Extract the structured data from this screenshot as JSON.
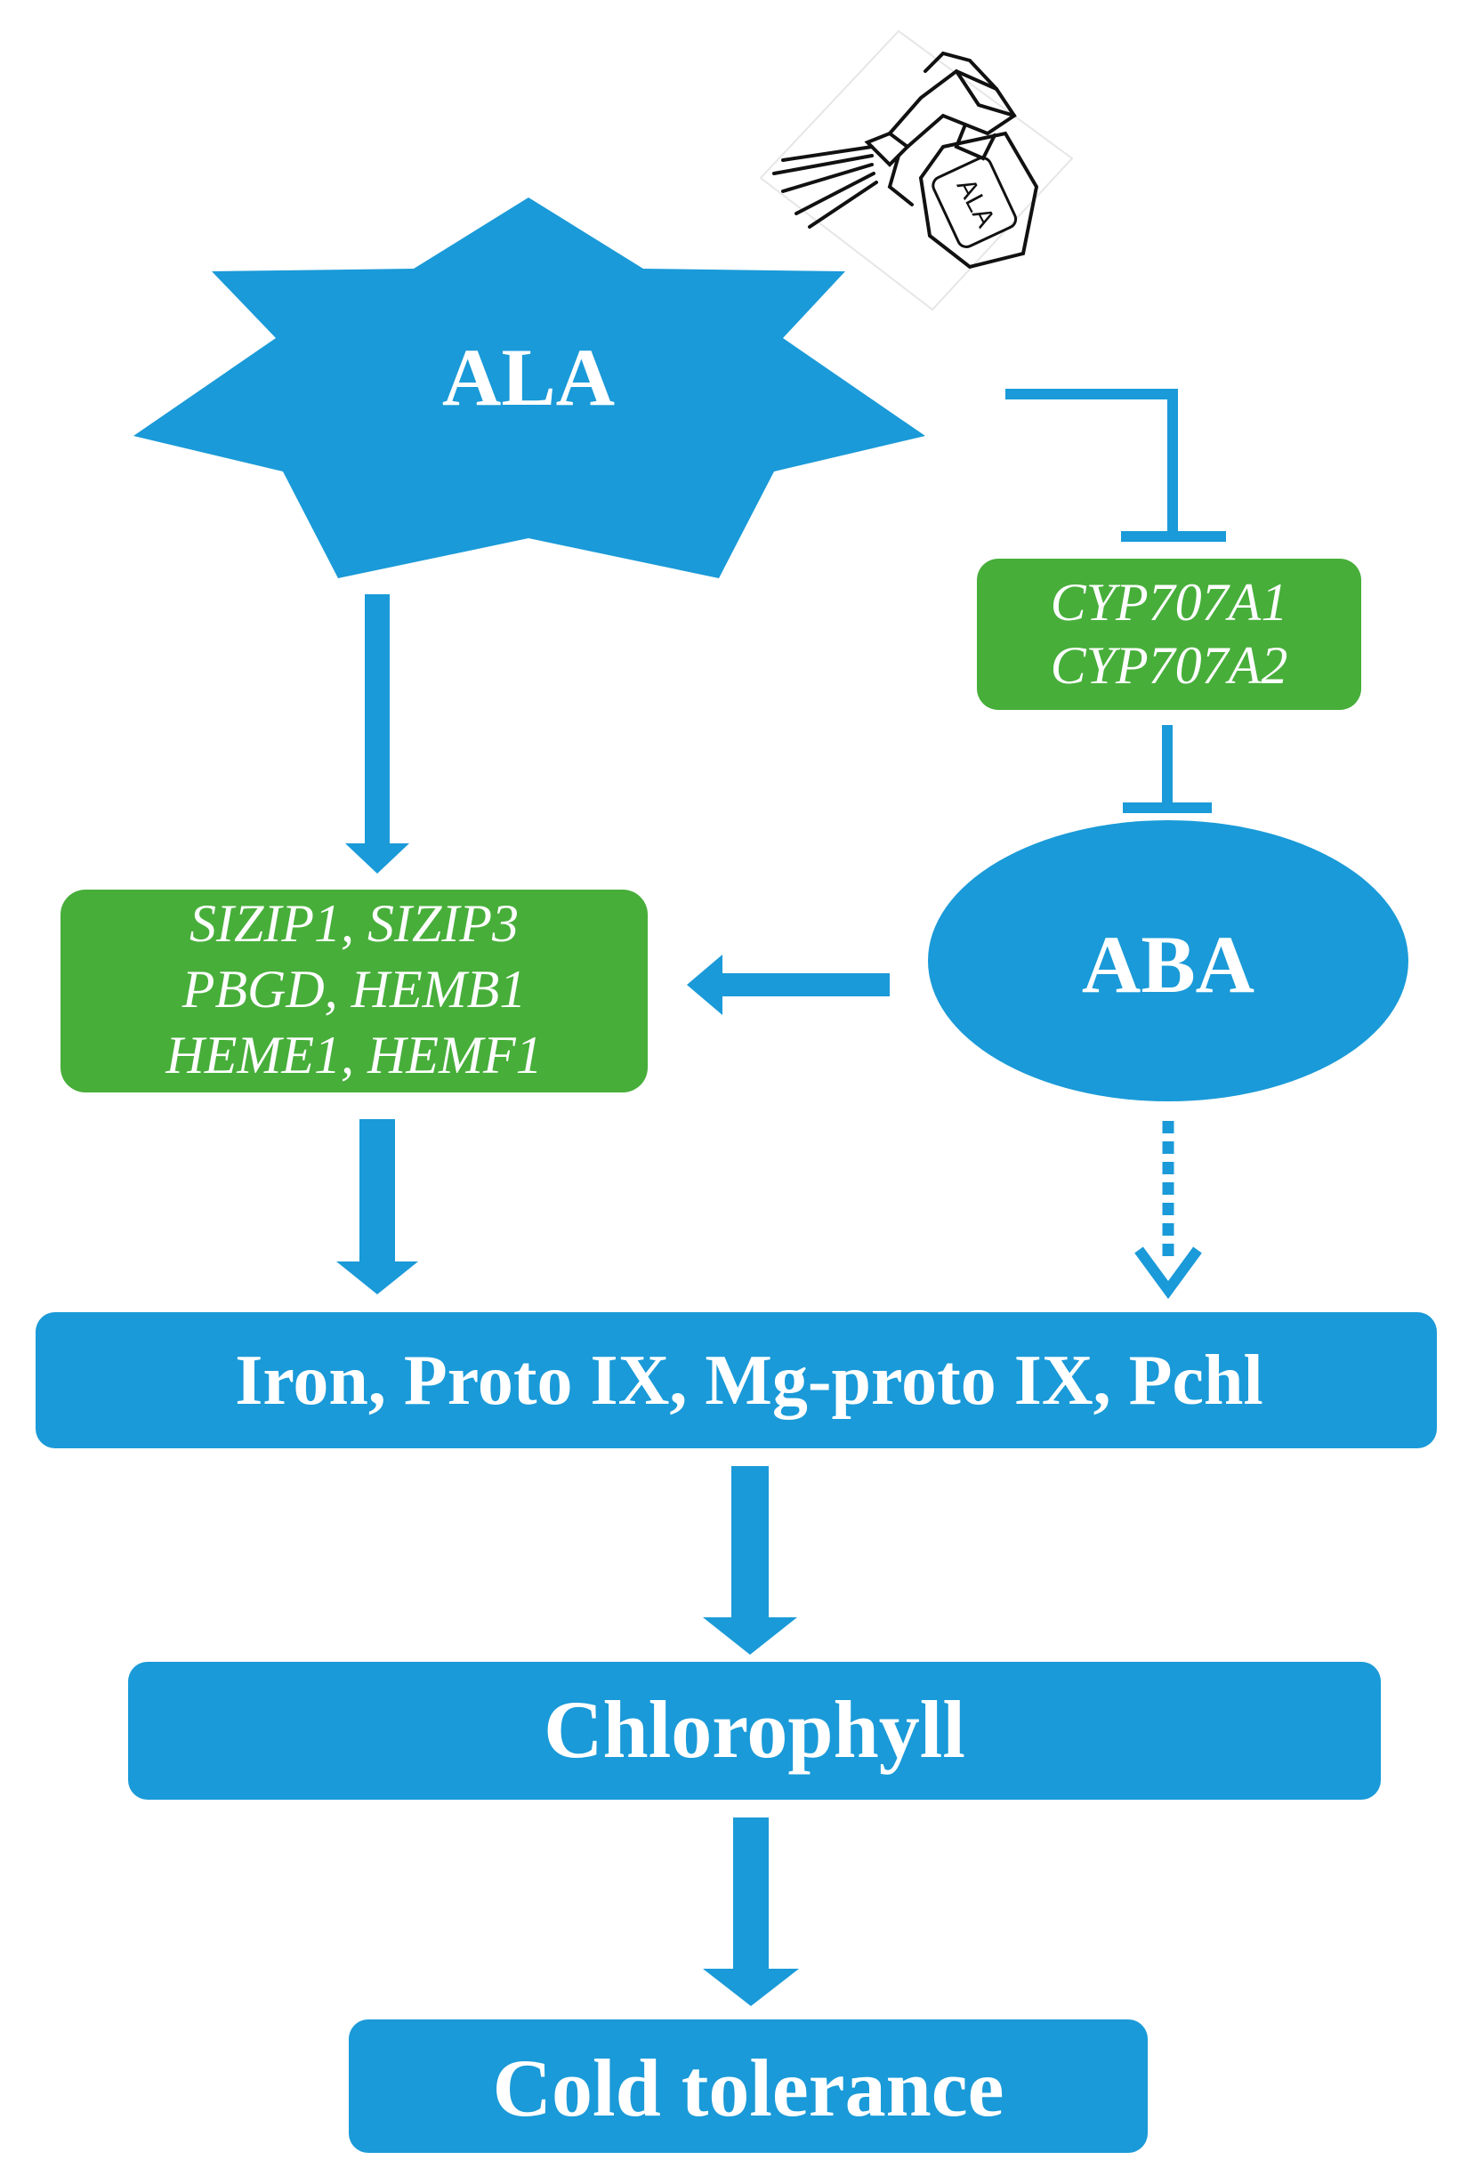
{
  "nodes": {
    "ala": "ALA",
    "aba": "ABA",
    "cyp_genes": [
      "CYP707A1",
      "CYP707A2"
    ],
    "target_genes": [
      "SIZIP1, SIZIP3",
      "PBGD, HEMB1",
      "HEME1, HEMF1"
    ],
    "intermediates": "Iron, Proto IX, Mg-proto IX, Pchl",
    "chlorophyll": "Chlorophyll",
    "outcome": "Cold tolerance"
  },
  "spray_bottle_label": "ALA",
  "edges": [
    {
      "from": "ala",
      "to": "cyp_genes",
      "type": "inhibition"
    },
    {
      "from": "cyp_genes",
      "to": "aba",
      "type": "inhibition"
    },
    {
      "from": "ala",
      "to": "target_genes",
      "type": "activation"
    },
    {
      "from": "aba",
      "to": "target_genes",
      "type": "activation"
    },
    {
      "from": "target_genes",
      "to": "intermediates",
      "type": "activation"
    },
    {
      "from": "aba",
      "to": "intermediates",
      "type": "activation-dashed"
    },
    {
      "from": "intermediates",
      "to": "chlorophyll",
      "type": "activation"
    },
    {
      "from": "chlorophyll",
      "to": "outcome",
      "type": "activation"
    }
  ],
  "colors": {
    "blue": "#1a9ad8",
    "green": "#47ae3a",
    "text": "#ffffff"
  }
}
